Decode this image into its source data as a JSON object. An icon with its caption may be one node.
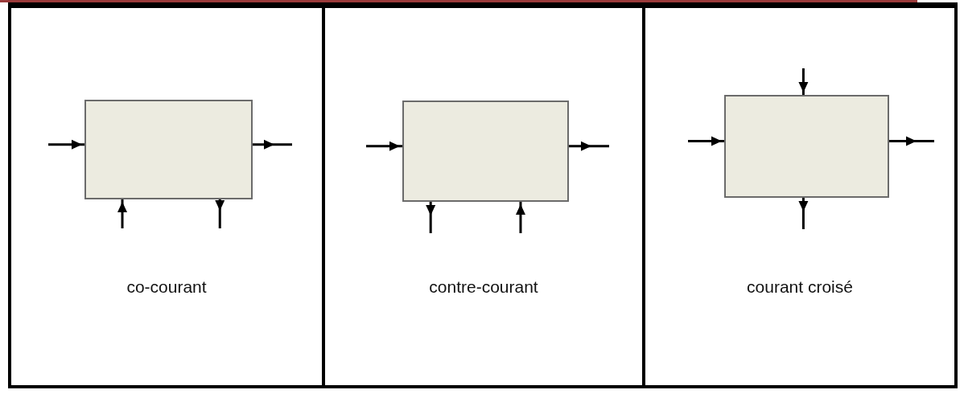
{
  "diagram": {
    "nodes": [
      {
        "text": [
          "co-courant"
        ]
      },
      {
        "text": [],
        "shape": "box",
        "in": 0
      },
      {
        "text": [
          "contre-courant"
        ]
      },
      {
        "text": [],
        "shape": "box",
        "in": 2
      },
      {
        "text": [
          "courant croisé"
        ]
      },
      {
        "text": [],
        "shape": "box",
        "in": 4
      }
    ],
    "edges": [
      {
        "from": null,
        "to": 1,
        "arrow": "to"
      },
      {
        "from": 1,
        "to": null,
        "arrow": "to"
      },
      {
        "from": null,
        "to": 1,
        "arrow": "to"
      },
      {
        "from": 1,
        "to": null,
        "arrow": "to"
      },
      {
        "from": null,
        "to": 3,
        "arrow": "to"
      },
      {
        "from": 3,
        "to": null,
        "arrow": "to"
      },
      {
        "from": 3,
        "to": null,
        "arrow": "to"
      },
      {
        "from": null,
        "to": 3,
        "arrow": "to"
      },
      {
        "from": null,
        "to": 5,
        "arrow": "to"
      },
      {
        "from": null,
        "to": 5,
        "arrow": "to"
      },
      {
        "from": 5,
        "to": null,
        "arrow": "to"
      },
      {
        "from": 5,
        "to": null,
        "arrow": "to"
      }
    ]
  }
}
